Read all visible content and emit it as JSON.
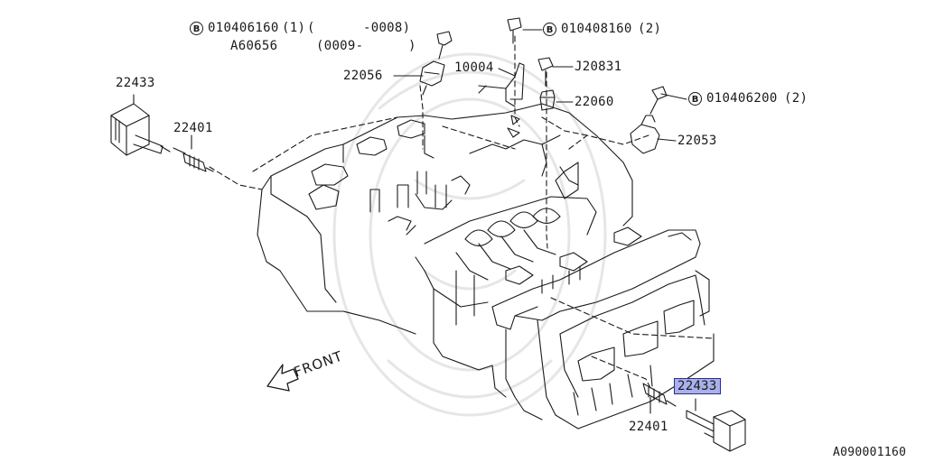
{
  "diagram": {
    "callouts": {
      "bolt_b_1": {
        "badge": "B",
        "part": "010406160",
        "qty": "(1)",
        "range_open": "(",
        "range_end": "-0008)"
      },
      "alt_part": {
        "part": "A60656",
        "range": "(0009-",
        "range_close": ")"
      },
      "bolt_b_2": {
        "badge": "B",
        "part": "010408160",
        "qty": "(2)"
      },
      "bolt_b_3": {
        "badge": "B",
        "part": "010406200",
        "qty": "(2)"
      },
      "p22056": "22056",
      "p10004": "10004",
      "pJ20831": "J20831",
      "p22060": "22060",
      "p22053": "22053",
      "p22433_top": "22433",
      "p22401_top": "22401",
      "p22433_bottom": "22433",
      "p22401_bottom": "22401"
    },
    "front_label": "FRONT",
    "figure_id": "A090001160",
    "highlight_color": "#a9b0ea",
    "line_color": "#1a1a1a"
  }
}
